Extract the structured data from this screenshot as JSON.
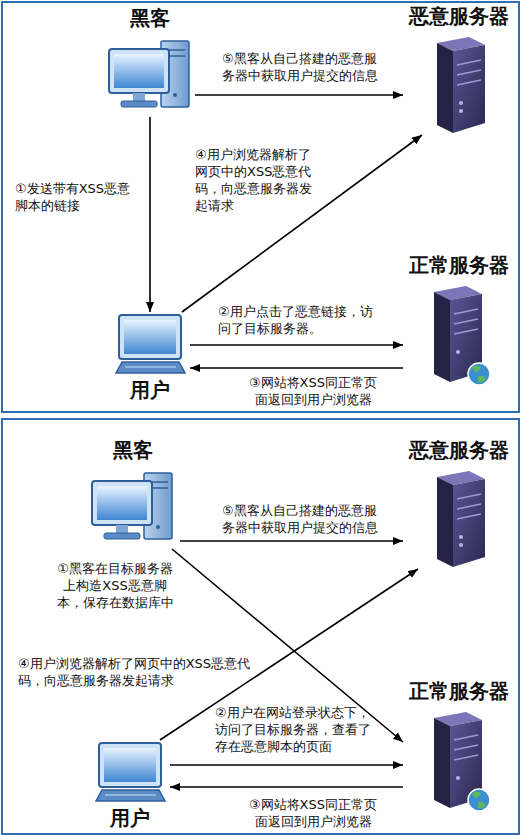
{
  "diagram": {
    "nodes": [
      {
        "text": [
          "黑客"
        ]
      },
      {
        "text": [
          "恶意服务器"
        ]
      },
      {
        "text": [
          "正常服务器"
        ]
      },
      {
        "text": [
          "用户"
        ]
      },
      {
        "text": [
          "黑客"
        ]
      },
      {
        "text": [
          "恶意服务器"
        ]
      },
      {
        "text": [
          "正常服务器"
        ]
      },
      {
        "text": [
          "用户"
        ]
      }
    ],
    "edges": [
      {
        "from": 0,
        "to": 3,
        "arrow": "to",
        "label": "①发送带有XSS恶意 脚本的链接"
      },
      {
        "from": 3,
        "to": 2,
        "arrow": "to",
        "label": "②用户点击了恶意链接，访 问了目标服务器。"
      },
      {
        "from": 2,
        "to": 3,
        "arrow": "to",
        "label": "③网站将XSS同正常页 面返回到用户浏览器"
      },
      {
        "from": 3,
        "to": 1,
        "arrow": "to",
        "label": "④用户浏览器解析了 网页中的XSS恶意代 码，向恶意服务器发 起请求"
      },
      {
        "from": 0,
        "to": 1,
        "arrow": "to",
        "label": "⑤黑客从自己搭建的恶意服 务器中获取用户提交的信息"
      },
      {
        "from": 4,
        "to": 6,
        "arrow": "to",
        "label": "①黑客在目标服务器 上构造XSS恶意脚 本，保存在数据库中"
      },
      {
        "from": 7,
        "to": 6,
        "arrow": "to",
        "label": "②用户在网站登录状态下， 访问了目标服务器，查看了 存在恶意脚本的页面"
      },
      {
        "from": 6,
        "to": 7,
        "arrow": "to",
        "label": "③网站将XSS同正常页 面返回到用户浏览器"
      },
      {
        "from": 7,
        "to": 5,
        "arrow": "to",
        "label": "④用户浏览器解析了网页中的XSS恶意代 码，向恶意服务器发起请求"
      },
      {
        "from": 4,
        "to": 5,
        "arrow": "to",
        "label": "⑤黑客从自己搭建的恶意服 务器中获取用户提交的信息"
      }
    ]
  }
}
